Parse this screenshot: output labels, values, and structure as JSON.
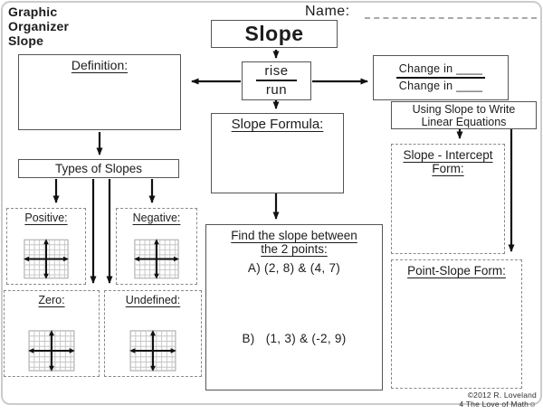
{
  "worksheet": {
    "title_lines": [
      "Graphic",
      "Organizer",
      "Slope"
    ],
    "name_label": "Name:",
    "main_title": "Slope",
    "rise": "rise",
    "run": "run",
    "definition_heading": "Definition:",
    "types_heading": "Types of Slopes",
    "slope_types": [
      {
        "label": "Positive:"
      },
      {
        "label": "Negative:"
      },
      {
        "label": "Zero:"
      },
      {
        "label": "Undefined:"
      }
    ],
    "slope_formula_heading": "Slope Formula:",
    "find_slope": {
      "heading_line1": "Find the slope between",
      "heading_line2": "the 2 points:",
      "problem_a": "A) (2, 8) & (4, 7)",
      "problem_b": "B)   (1, 3) & (-2, 9)"
    },
    "change_in": {
      "top": "Change in ____",
      "bottom": "Change in ____"
    },
    "using_slope_line1": "Using Slope to Write",
    "using_slope_line2": "Linear Equations",
    "slope_intercept_line1": "Slope - Intercept",
    "slope_intercept_line2": "Form:",
    "point_slope_heading": "Point-Slope Form:",
    "copyright_line1": "©2012 R. Loveland",
    "copyright_line2": "4 The Love of Math☺"
  },
  "colors": {
    "ink": "#1c1c1c",
    "box_border": "#555555",
    "dashed_border": "#8a8a8a",
    "grid_line": "#c6c6c6",
    "page_edge": "#cccccc",
    "arrow": "#111111"
  }
}
